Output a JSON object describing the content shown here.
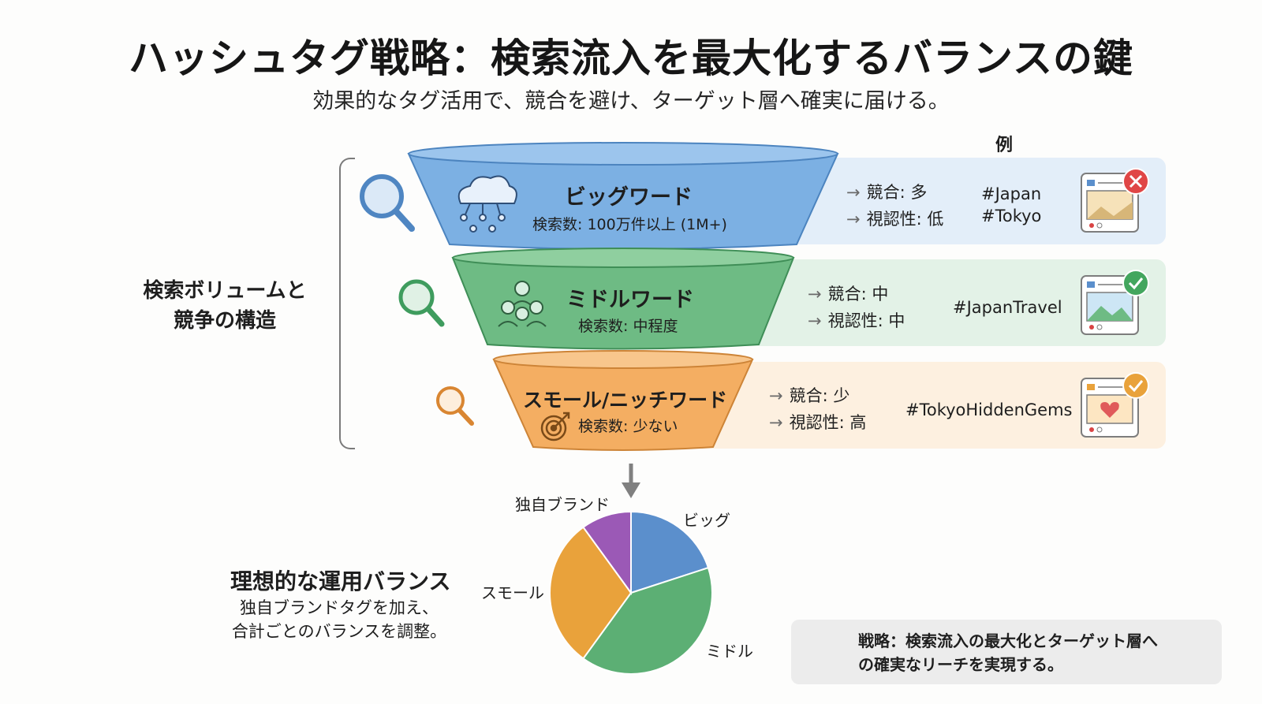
{
  "header": {
    "title": "ハッシュタグ戦略：検索流入を最大化するバランスの鍵",
    "subtitle": "効果的なタグ活用で、競合を避け、ターゲット層へ確実に届ける。"
  },
  "examples_header": "例",
  "structure_label": [
    "検索ボリュームと",
    "競争の構造"
  ],
  "tiers": [
    {
      "name": "ビッグワード",
      "volume": "検索数: 100万件以上 (1M+)",
      "competition": "競合: 多",
      "visibility": "視認性: 低",
      "tags": [
        "#Japan",
        "#Tokyo"
      ],
      "badge": "x",
      "color": "#6ea3d8",
      "band_color": "#e3eef9"
    },
    {
      "name": "ミドルワード",
      "volume": "検索数: 中程度",
      "competition": "競合: 中",
      "visibility": "視認性: 中",
      "tags": [
        "#JapanTravel"
      ],
      "badge": "check",
      "color": "#5cae73",
      "band_color": "#e3f2e7"
    },
    {
      "name": "スモール/ニッチワード",
      "volume": "検索数: 少ない",
      "competition": "競合: 少",
      "visibility": "視認性: 高",
      "tags": [
        "#TokyoHiddenGems"
      ],
      "badge": "check",
      "color": "#f1a654",
      "band_color": "#fdf0e0"
    }
  ],
  "balance": {
    "title": "理想的な運用バランス",
    "description": [
      "独自ブランドタグを加え、",
      "合計ごとのバランスを調整。"
    ]
  },
  "chart_data": {
    "type": "pie",
    "slices": [
      {
        "label": "ビッグ",
        "value": 20,
        "color": "#5b8fcc"
      },
      {
        "label": "ミドル",
        "value": 40,
        "color": "#5caf74"
      },
      {
        "label": "スモール",
        "value": 30,
        "color": "#e9a23b"
      },
      {
        "label": "独自ブランド",
        "value": 10,
        "color": "#9b59b6"
      }
    ]
  },
  "strategy": {
    "text": [
      "戦略：検索流入の最大化とターゲット層へ",
      "の確実なリーチを実現する。"
    ]
  },
  "colors": {
    "big": "#6ea3d8",
    "middle": "#5cae73",
    "small": "#f1a654",
    "badge_x": "#e04646",
    "badge_check_green": "#43a65e",
    "badge_check_orange": "#e9a23b"
  },
  "icons": {
    "big": [
      "search-icon",
      "cloud-network-icon"
    ],
    "middle": [
      "search-icon",
      "user-group-icon"
    ],
    "small": [
      "search-icon",
      "target-icon"
    ],
    "strategy": "thumbs-up-icon"
  }
}
